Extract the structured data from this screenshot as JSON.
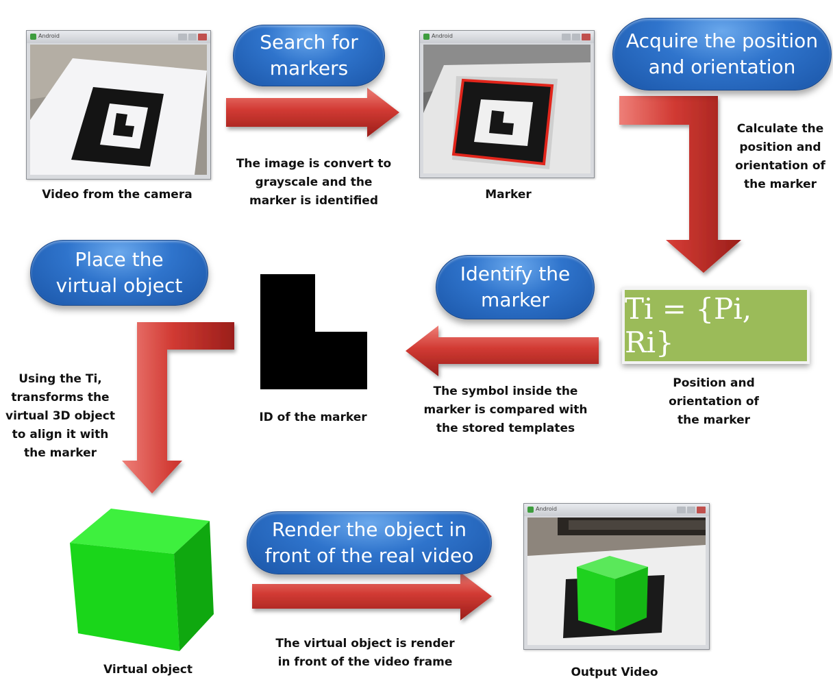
{
  "stages": {
    "search": "Search for\nmarkers",
    "acquire": "Acquire the position\nand orientation",
    "place": "Place the\nvirtual object",
    "identify": "Identify the\nmarker",
    "render": "Render the object in\nfront of the real video"
  },
  "captions": {
    "video": "Video from the camera",
    "convert": "The image is convert to\ngrayscale and the\nmarker is identified",
    "marker": "Marker",
    "calculate": "Calculate the\nposition and\norientation of\nthe marker",
    "id": "ID of the marker",
    "compare": "The symbol inside the\nmarker is compared with\nthe stored templates",
    "position": "Position and\norientation of\nthe marker",
    "transform": "Using the Ti,\ntransforms the\nvirtual 3D object\nto align it with\nthe marker",
    "virtual": "Virtual object",
    "render_desc": "The virtual object is render\nin front of the video frame",
    "output": "Output Video"
  },
  "formula": "Ti = {Pi, Ri}",
  "window_title": "Android",
  "colors": {
    "pill": "#2f74cc",
    "arrow": "#c0302b",
    "cube": "#19d619",
    "formula_bg": "#9bbb59"
  },
  "icons": {
    "arrow": "block-arrow",
    "cube": "3d-cube",
    "marker": "l-shaped-marker"
  }
}
